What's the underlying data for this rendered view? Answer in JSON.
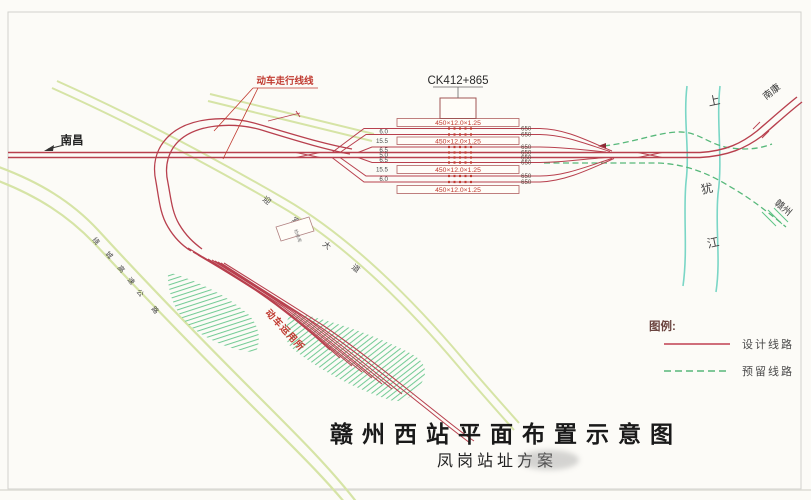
{
  "title": {
    "main": "赣州西站平面布置示意图",
    "sub": "凤岗站址方案"
  },
  "labels": {
    "chainage": "CK412+865",
    "nanchang": "南昌",
    "nankang": "南康",
    "ganzhou": "赣州",
    "emu_running_line": "动车走行线线",
    "emu_depot": "动车运用所",
    "depot_building": "检修库",
    "river": [
      "上",
      "犹",
      "江"
    ],
    "road_main": [
      "迎",
      "宾",
      "大",
      "道"
    ],
    "road_highway": [
      "绕",
      "城",
      "高",
      "速",
      "公",
      "路"
    ]
  },
  "station": {
    "platform_label": "450×12.0×1.25",
    "track_lengths": [
      "650",
      "650",
      "650",
      "650",
      "650",
      "650",
      "650",
      "650"
    ],
    "spacings": [
      "6.0",
      "15.5",
      "6.5",
      "5.0",
      "6.5",
      "15.5",
      "6.0"
    ]
  },
  "legend": {
    "title": "图例:",
    "items": [
      {
        "label": "设计线路",
        "color": "#c04050",
        "style": "solid"
      },
      {
        "label": "预留线路",
        "color": "#57b87a",
        "style": "dashed"
      }
    ]
  },
  "colors": {
    "design_line": "#b8404e",
    "reserved_line": "#57b87a",
    "river": "#7ad6c6",
    "road": "#d6e4a6",
    "label_red": "#c0392f"
  }
}
